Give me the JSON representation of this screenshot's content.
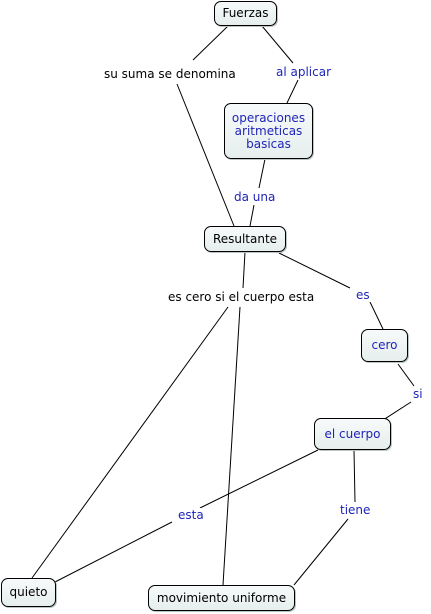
{
  "nodes": {
    "fuerzas": "Fuerzas",
    "operaciones": "operaciones\naritmeticas\nbasicas",
    "resultante": "Resultante",
    "cero": "cero",
    "el_cuerpo": "el cuerpo",
    "quieto": "quieto",
    "movimiento": "movimiento uniforme"
  },
  "links": {
    "su_suma": "su suma se denomina",
    "al_aplicar": "al aplicar",
    "da_una": "da una",
    "es_cero_si": "es cero si el cuerpo esta",
    "es": "es",
    "si": "si",
    "esta": "esta",
    "tiene": "tiene"
  },
  "colors": {
    "link_text": "#1f24b8",
    "node_fill": "#eef3f3",
    "node_border": "#000000"
  }
}
